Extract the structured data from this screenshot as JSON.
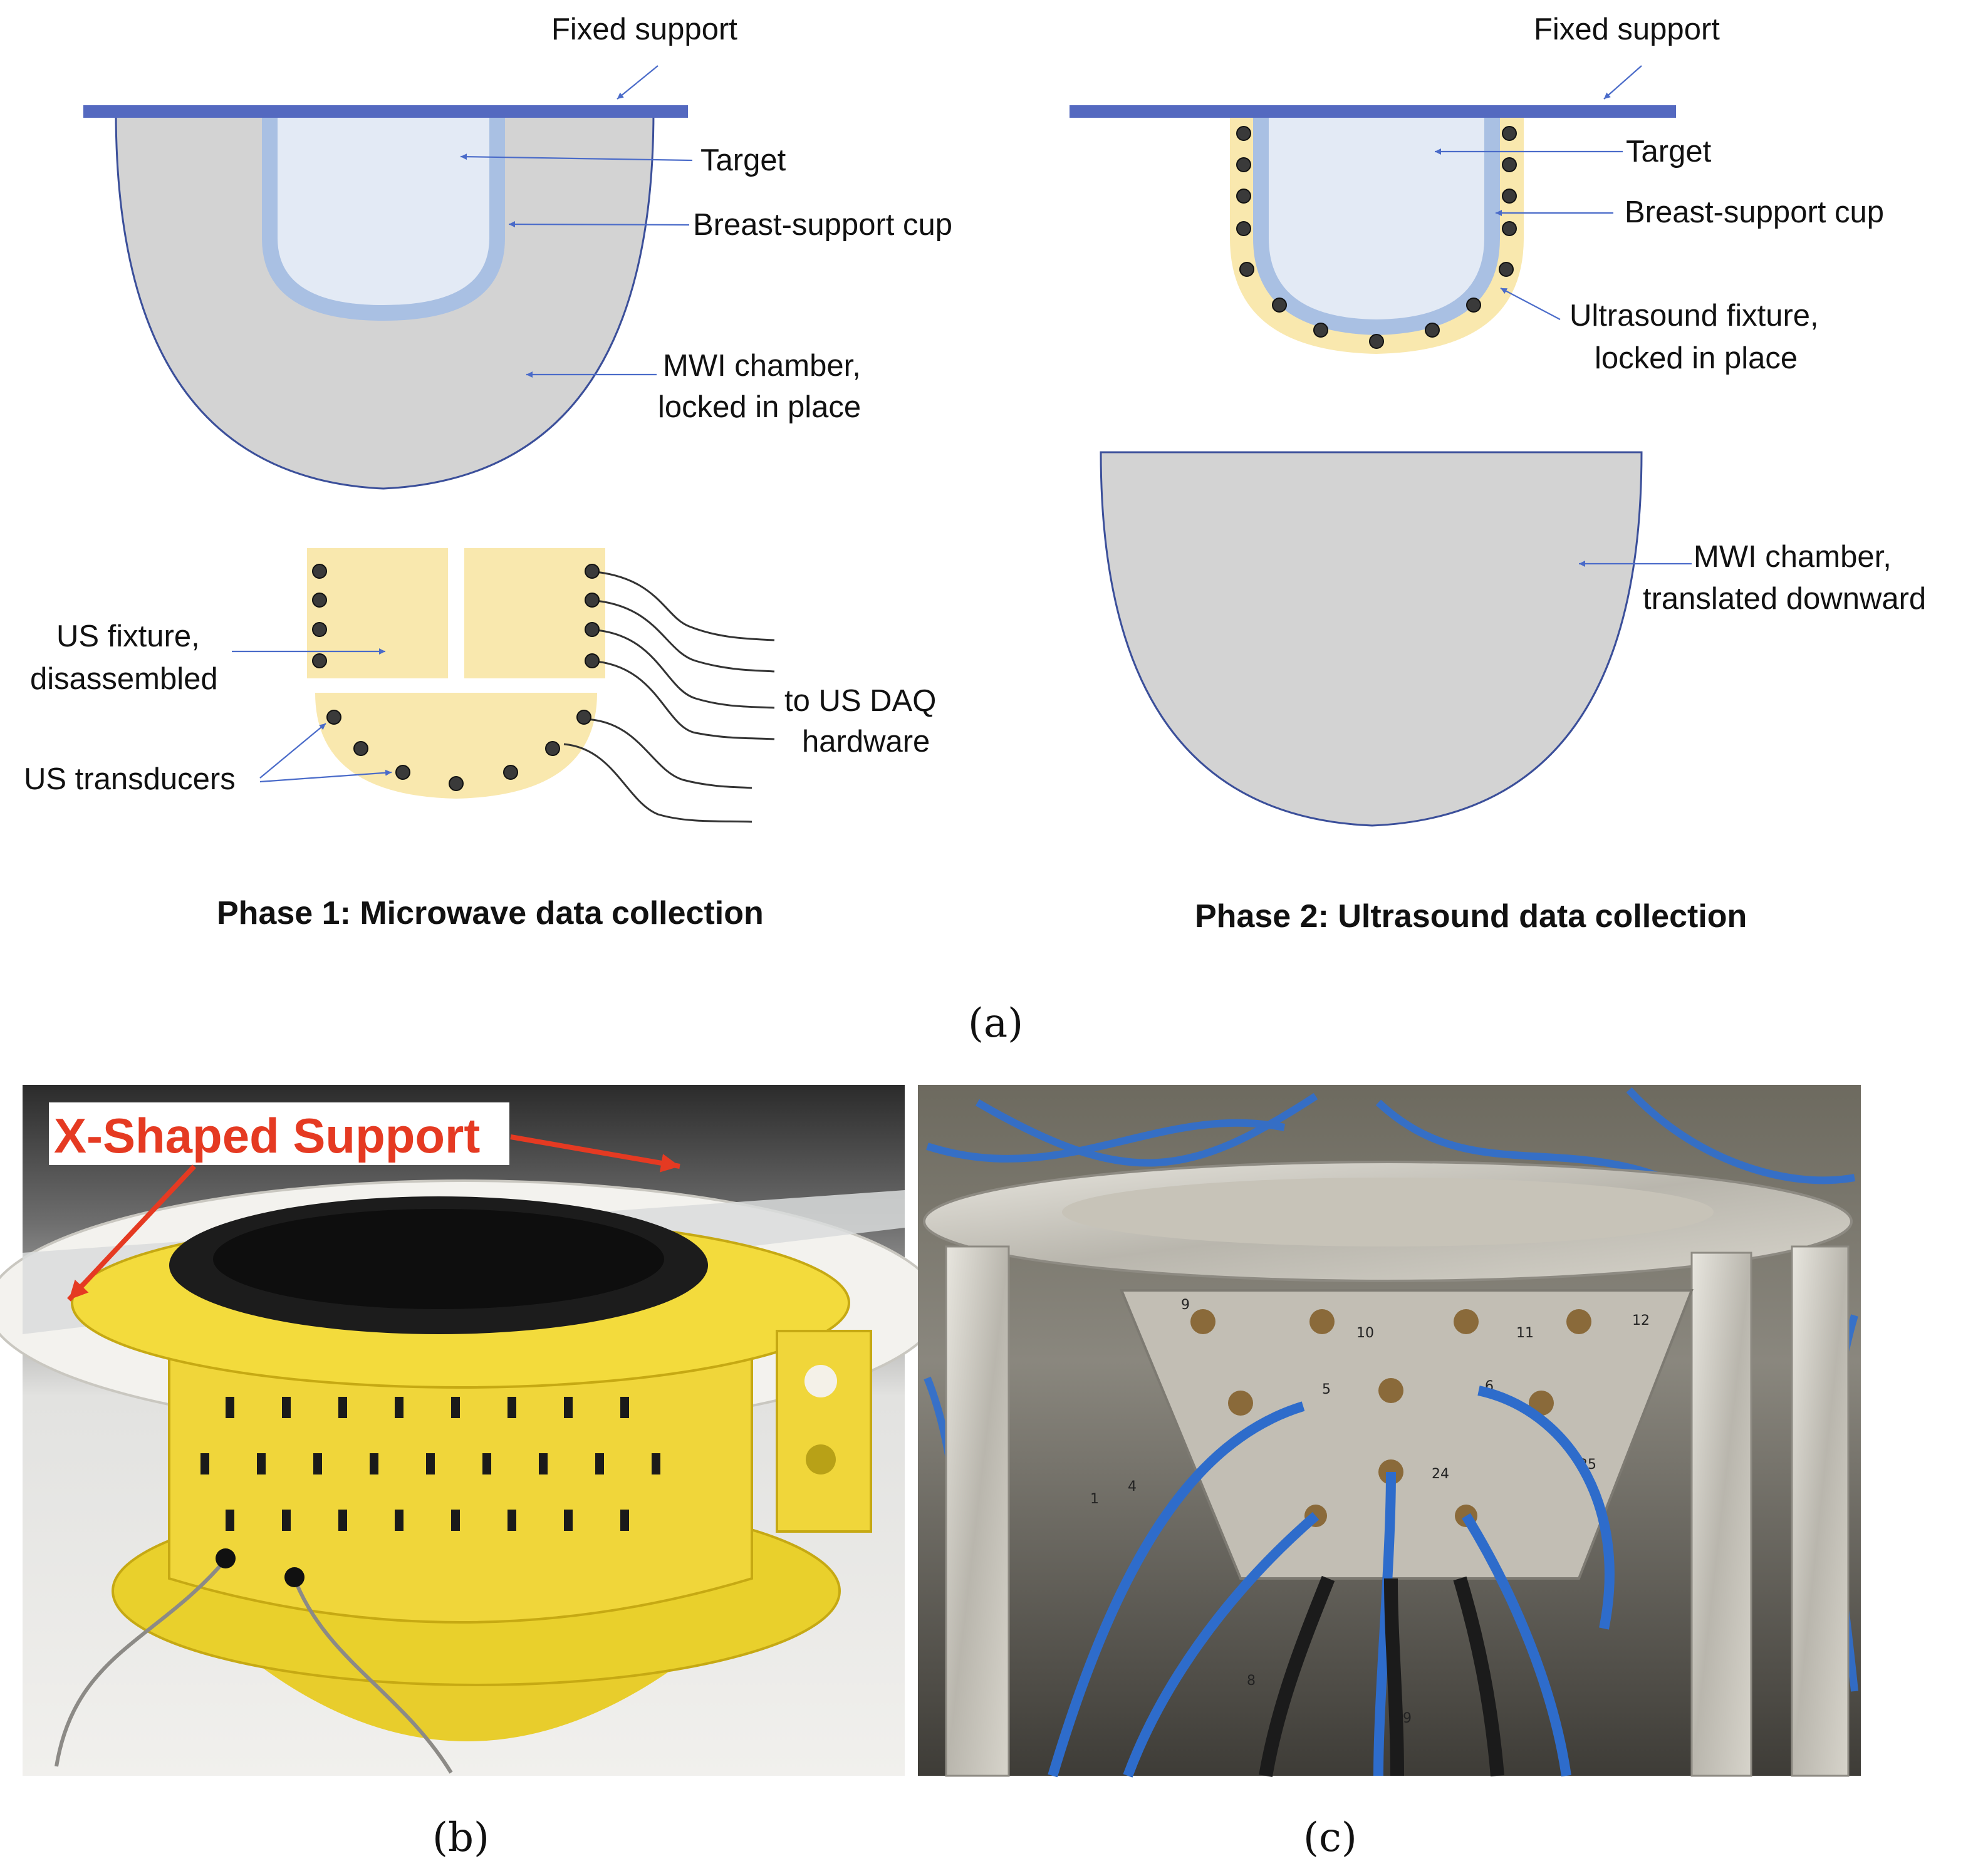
{
  "panel_a": {
    "phase1": {
      "fixed_support": "Fixed support",
      "target": "Target",
      "breast_cup": "Breast-support cup",
      "mwi_line1": "MWI chamber,",
      "mwi_line2": "locked in place",
      "us_fixture_line1": "US fixture,",
      "us_fixture_line2": "disassembled",
      "us_transducers": "US transducers",
      "daq_line1": "to US DAQ",
      "daq_line2": "hardware",
      "title": "Phase 1: Microwave data collection"
    },
    "phase2": {
      "fixed_support": "Fixed support",
      "target": "Target",
      "breast_cup": "Breast-support cup",
      "fixture_line1": "Ultrasound fixture,",
      "fixture_line2": "locked in place",
      "mwi_line1": "MWI chamber,",
      "mwi_line2": "translated downward",
      "title": "Phase 2: Ultrasound data collection"
    },
    "caption": "(a)"
  },
  "panel_b": {
    "callout": "X-Shaped Support",
    "caption": "(b)"
  },
  "panel_c": {
    "port_labels": [
      "9",
      "10",
      "11",
      "12",
      "5",
      "6",
      "24",
      "25",
      "1",
      "4",
      "8",
      "19"
    ],
    "caption": "(c)"
  },
  "colors": {
    "support_blue": "#5469c0",
    "chamber_gray": "#d3d3d3",
    "target_fill": "#e3eaf5",
    "cup_blue": "#a9c0e3",
    "fixture_yellow": "#f9e8ae",
    "pointer_blue": "#4a6bc9",
    "callout_red": "#e53a22"
  }
}
